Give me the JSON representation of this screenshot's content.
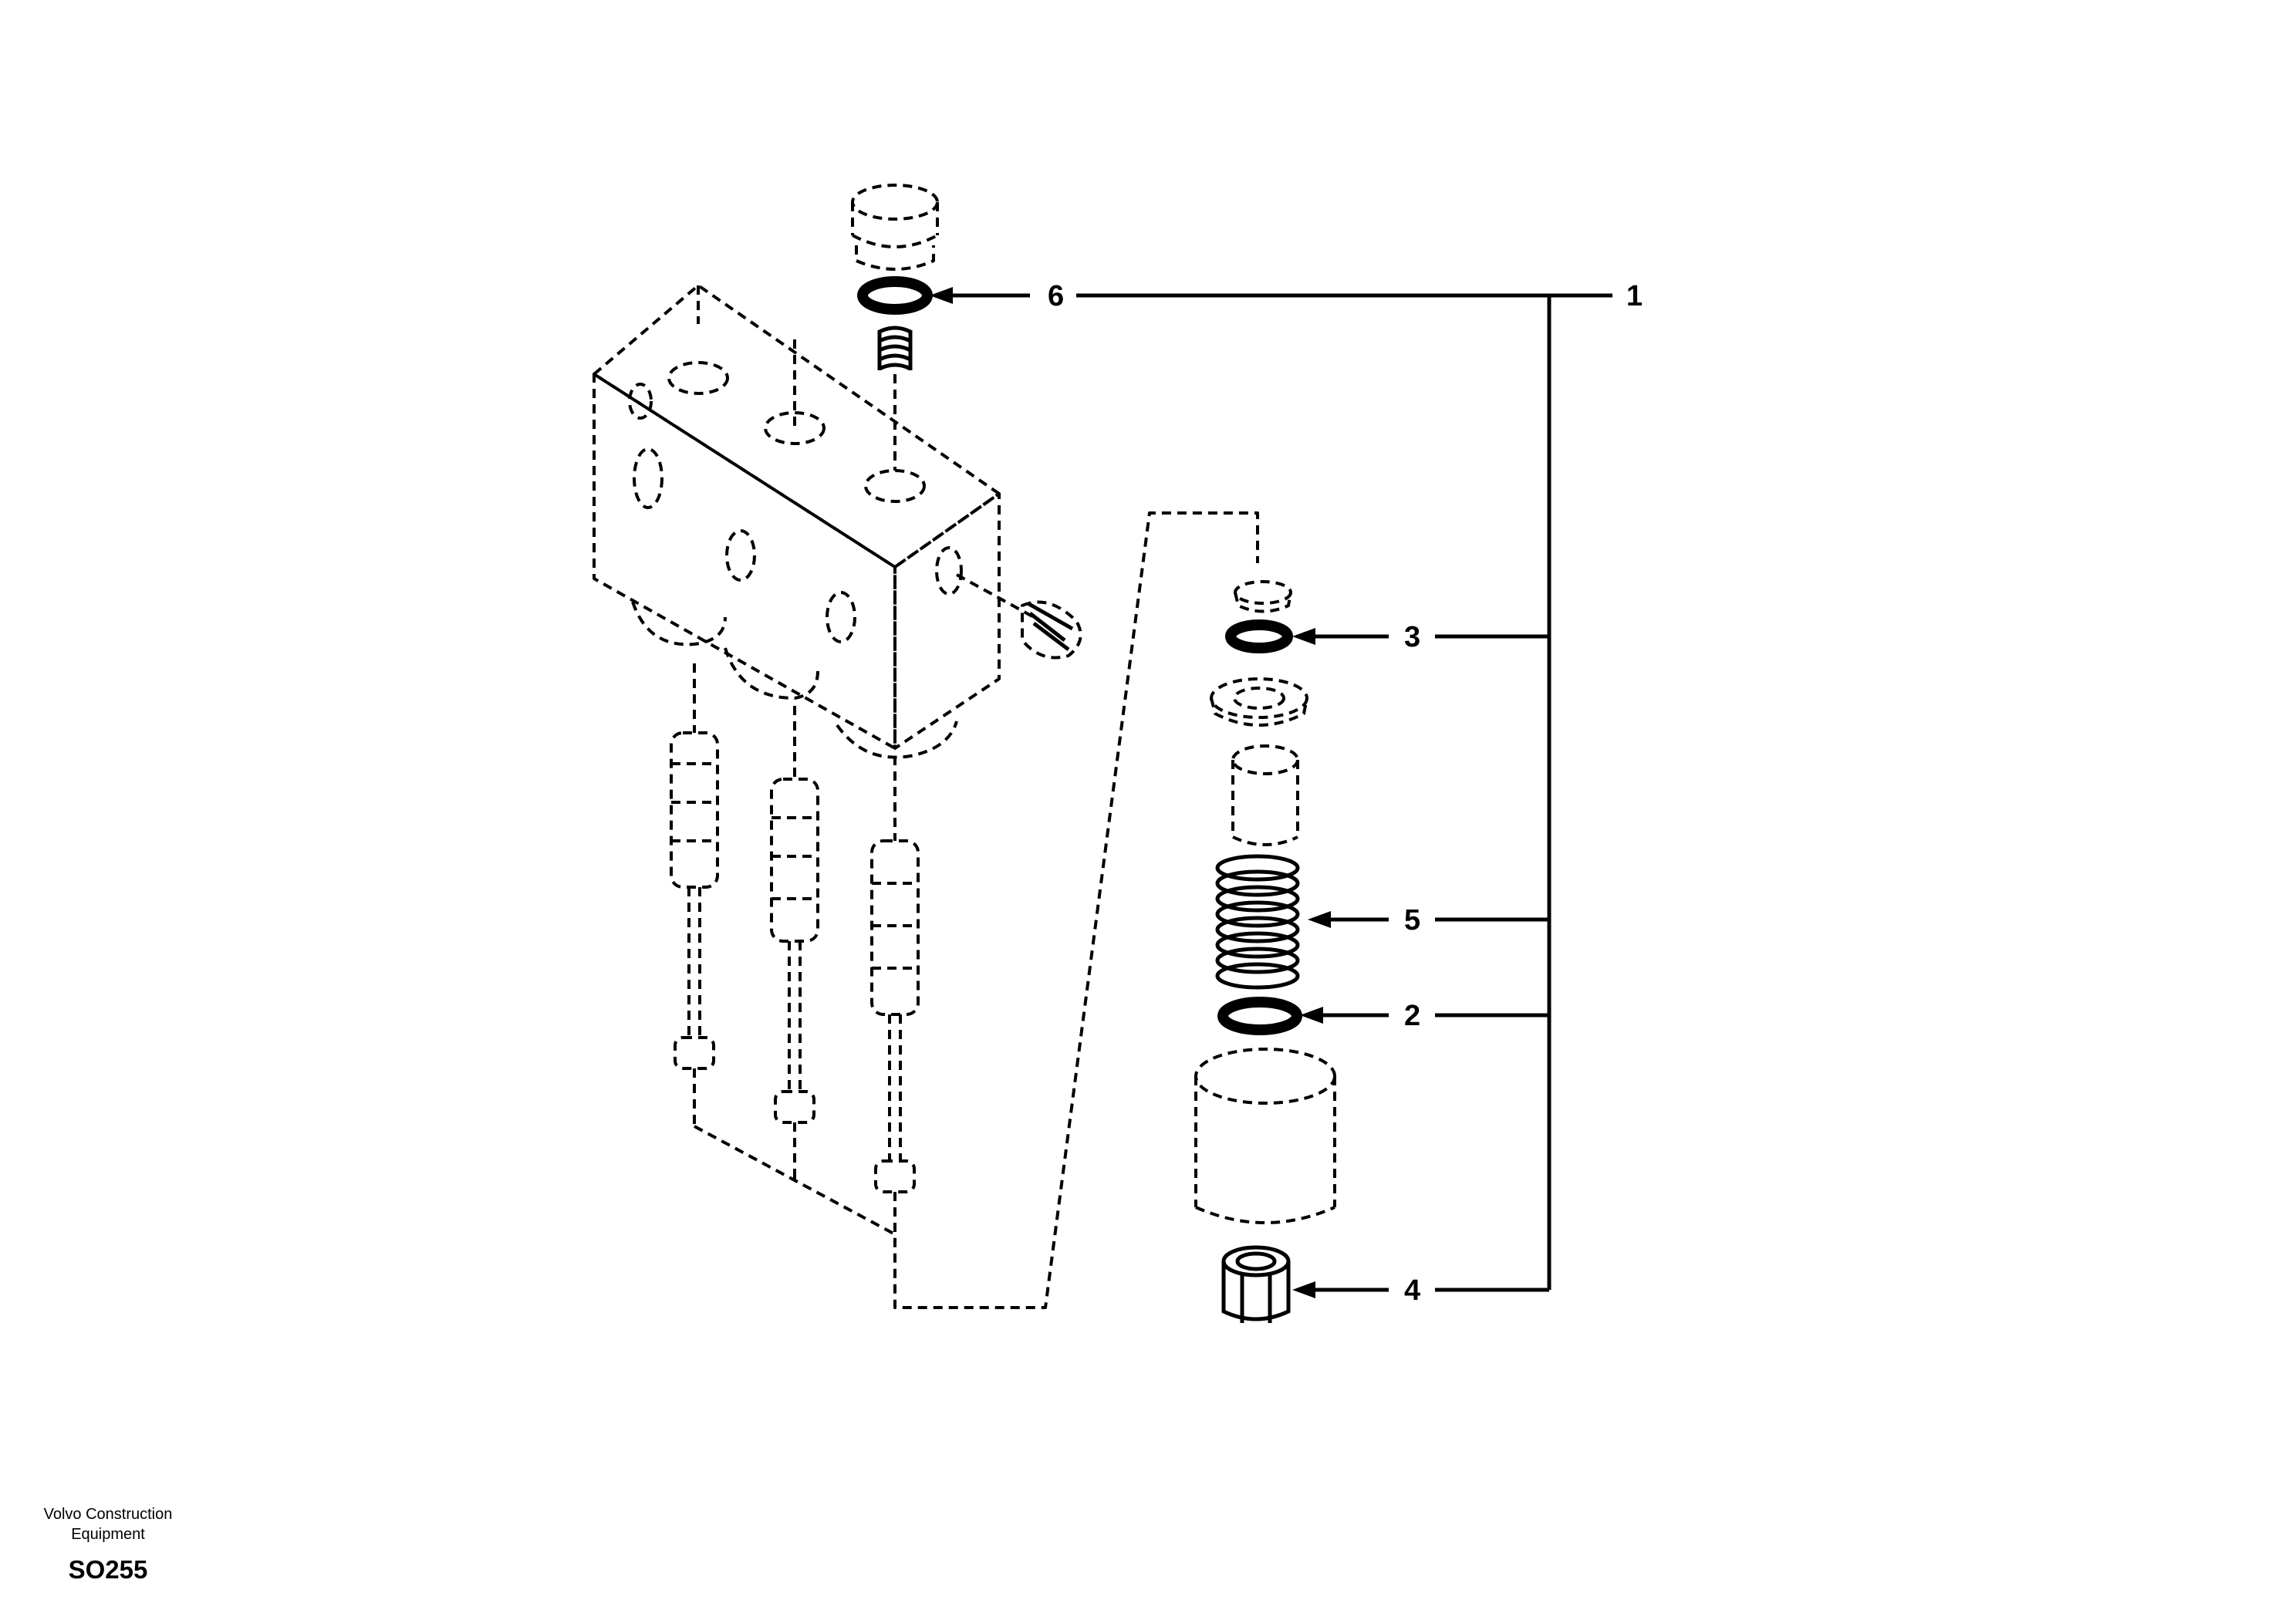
{
  "callouts": [
    {
      "id": "1",
      "label": "1"
    },
    {
      "id": "2",
      "label": "2"
    },
    {
      "id": "3",
      "label": "3"
    },
    {
      "id": "4",
      "label": "4"
    },
    {
      "id": "5",
      "label": "5"
    },
    {
      "id": "6",
      "label": "6"
    }
  ],
  "footer": {
    "company_line1": "Volvo Construction",
    "company_line2": "Equipment",
    "code": "SO255"
  }
}
